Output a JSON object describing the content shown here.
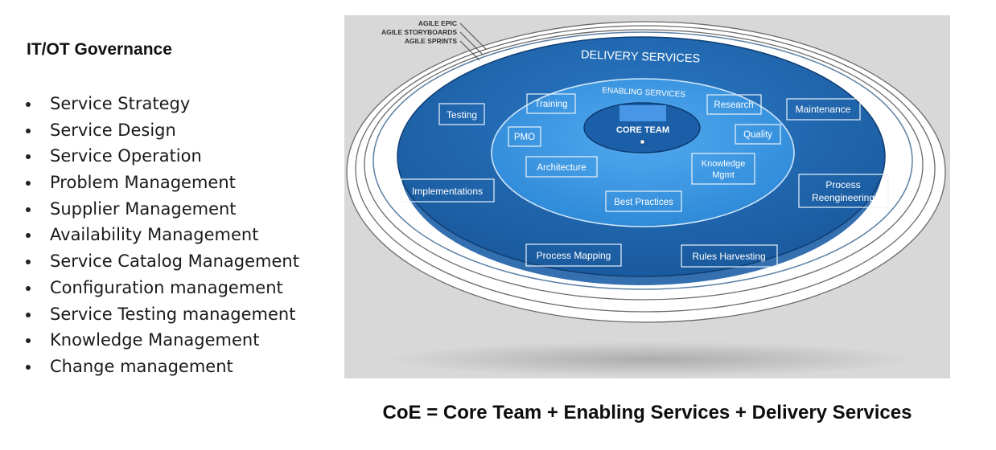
{
  "governance": {
    "title": "IT/OT Governance",
    "items": [
      "Service Strategy",
      "Service Design",
      "Service Operation",
      "Problem Management",
      "Supplier Management",
      "Availability Management",
      "Service Catalog Management",
      "Configuration management",
      "Service Testing management",
      "Knowledge Management",
      "Change management"
    ]
  },
  "diagram": {
    "rings": [
      "AGILE EPIC",
      "AGILE STORYBOARDS",
      "AGILE SPRINTS"
    ],
    "delivery_title": "DELIVERY SERVICES",
    "enabling_title": "ENABLING SERVICES",
    "core_title": "CORE TEAM",
    "delivery_items": {
      "testing": "Testing",
      "maintenance": "Maintenance",
      "implementations": "Implementations",
      "process_reengineering_line1": "Process",
      "process_reengineering_line2": "Reengineering",
      "process_mapping": "Process Mapping",
      "rules_harvesting": "Rules Harvesting"
    },
    "enabling_items": {
      "training": "Training",
      "research": "Research",
      "pmo": "PMO",
      "quality": "Quality",
      "architecture": "Architecture",
      "knowledge_mgmt_line1": "Knowledge",
      "knowledge_mgmt_line2": "Mgmt",
      "best_practices": "Best Practices"
    },
    "colors": {
      "background": "#d8d8d8",
      "ring": "#ffffff",
      "delivery": "#1f66b0",
      "enabling": "#3d9be6",
      "core": "#1b5fa8"
    }
  },
  "caption": "CoE = Core Team + Enabling Services + Delivery Services"
}
